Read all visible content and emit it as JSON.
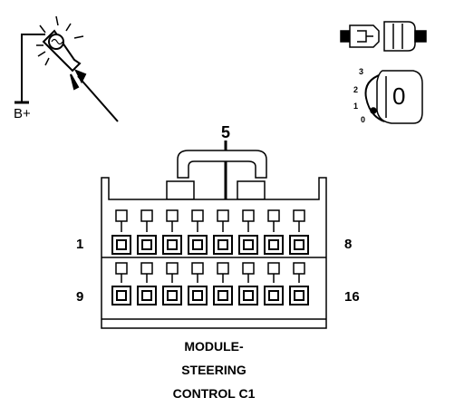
{
  "test_light": {
    "supply_label": "B+"
  },
  "ignition": {
    "positions": [
      "3",
      "2",
      "1",
      "0"
    ],
    "key_position": "0"
  },
  "connector": {
    "callout_pin": "5",
    "row1_first_pin": "1",
    "row1_last_pin": "8",
    "row2_first_pin": "9",
    "row2_last_pin": "16"
  },
  "caption": {
    "line1": "MODULE-",
    "line2": "STEERING",
    "line3": "CONTROL C1"
  }
}
